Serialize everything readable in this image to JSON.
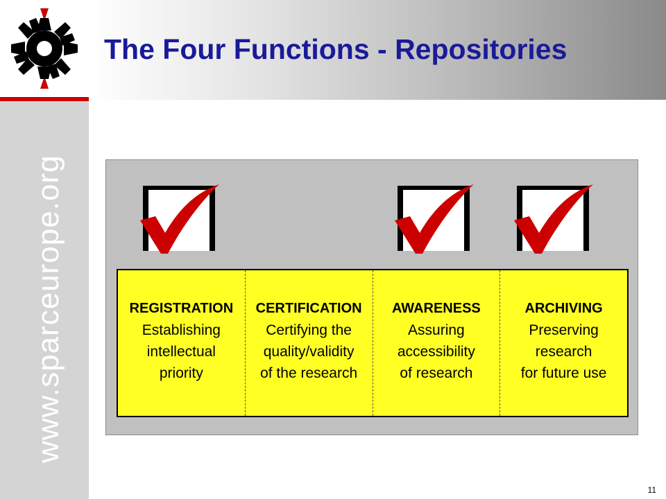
{
  "sidebar": {
    "website": "www.sparceurope.org",
    "logo_icon": "sparc-europe-star-icon"
  },
  "header": {
    "title": "The Four Functions - Repositories"
  },
  "colors": {
    "title": "#1a1a99",
    "accent_red": "#cc0000",
    "box_yellow": "#ffff24",
    "panel_gray": "#c0c0c0"
  },
  "functions": [
    {
      "title": "REGISTRATION",
      "lines": [
        "Establishing",
        "intellectual",
        "priority"
      ],
      "checked": true
    },
    {
      "title": "CERTIFICATION",
      "lines": [
        "Certifying the",
        "quality/validity",
        "of the research"
      ],
      "checked": false
    },
    {
      "title": "AWARENESS",
      "lines": [
        "Assuring",
        "accessibility",
        "of research"
      ],
      "checked": true
    },
    {
      "title": "ARCHIVING",
      "lines": [
        "Preserving",
        "research",
        "for future use"
      ],
      "checked": true
    }
  ],
  "footer": {
    "page_number": "11"
  }
}
